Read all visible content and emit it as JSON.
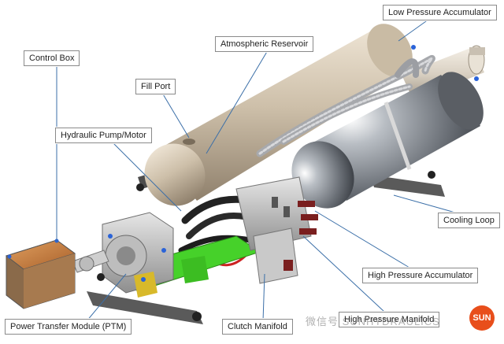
{
  "labels": {
    "low_pressure_accumulator": "Low Pressure Accumulator",
    "atmospheric_reservoir": "Atmospheric Reservoir",
    "control_box": "Control Box",
    "fill_port": "Fill Port",
    "hydraulic_pump_motor": "Hydraulic Pump/Motor",
    "cooling_loop": "Cooling Loop",
    "high_pressure_accumulator": "High Pressure Accumulator",
    "power_transfer_module": "Power Transfer Module (PTM)",
    "clutch_manifold": "Clutch Manifold",
    "high_pressure_manifold": "High Pressure Manifold"
  },
  "watermark": {
    "text": "微信号 SUNHYDRAULICS",
    "logo_text": "SUN"
  },
  "colors": {
    "callout_line": "#3b6fa8",
    "reservoir_tan": "#cdbfa9",
    "accumulator_gray": "#8d9298",
    "frame_green": "#46d12a",
    "frame_dark": "#4b4b4b",
    "control_box_orange": "#c47a3c",
    "accent_blue": "#2a63d8",
    "logo_orange": "#e84e1b"
  }
}
